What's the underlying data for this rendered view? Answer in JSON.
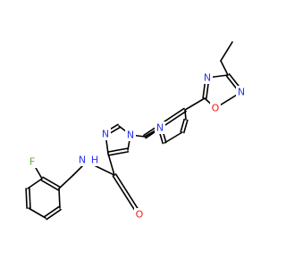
{
  "molecule": {
    "colors": {
      "bond": "#000000",
      "nitrogen": "#2633f2",
      "oxygen": "#ee1c1c",
      "fluorine": "#5ab03a",
      "carbon": "#000000"
    },
    "atom_labels": {
      "n_oxadiazole_top": "N",
      "o_oxadiazole": "O",
      "n_oxadiazole_bottom": "N",
      "n_pyridine": "N",
      "n_imidazole_1": "N",
      "n_imidazole_3": "N",
      "o_carbonyl": "O",
      "n_amide": "N",
      "h_amide": "H",
      "f_fluoro": "F"
    }
  }
}
